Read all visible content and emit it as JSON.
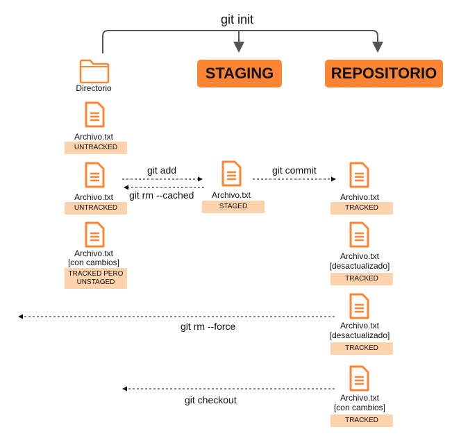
{
  "title": "git init",
  "columns": {
    "staging": "STAGING",
    "repositorio": "REPOSITORIO"
  },
  "directory": {
    "label": "Directorio",
    "icon": "folder-icon"
  },
  "files": {
    "untracked_1": {
      "name": "Archivo.txt",
      "status": "UNTRACKED"
    },
    "untracked_2": {
      "name": "Archivo.txt",
      "status": "UNTRACKED"
    },
    "modified": {
      "name": "Archivo.txt",
      "note": "[con cambios]",
      "status_1": "TRACKED PERO",
      "status_2": "UNSTAGED"
    },
    "staged": {
      "name": "Archivo.txt",
      "status": "STAGED"
    },
    "repo_tracked": {
      "name": "Archivo.txt",
      "status": "TRACKED"
    },
    "repo_outdated_1": {
      "name": "Archivo.txt",
      "note": "[desactualizado]",
      "status": "TRACKED"
    },
    "repo_outdated_2": {
      "name": "Archivo.txt",
      "note": "[desactualizado]",
      "status": "TRACKED"
    },
    "repo_changes": {
      "name": "Archivo.txt",
      "note": "[con cambios]",
      "status": "TRACKED"
    }
  },
  "commands": {
    "add": "git add",
    "rm_cached": "git rm --cached",
    "commit": "git commit",
    "rm_force": "git rm --force",
    "checkout": "git checkout"
  },
  "colors": {
    "accent": "#fc8533",
    "badge": "#fdd2ad",
    "arrow": "#555555"
  }
}
